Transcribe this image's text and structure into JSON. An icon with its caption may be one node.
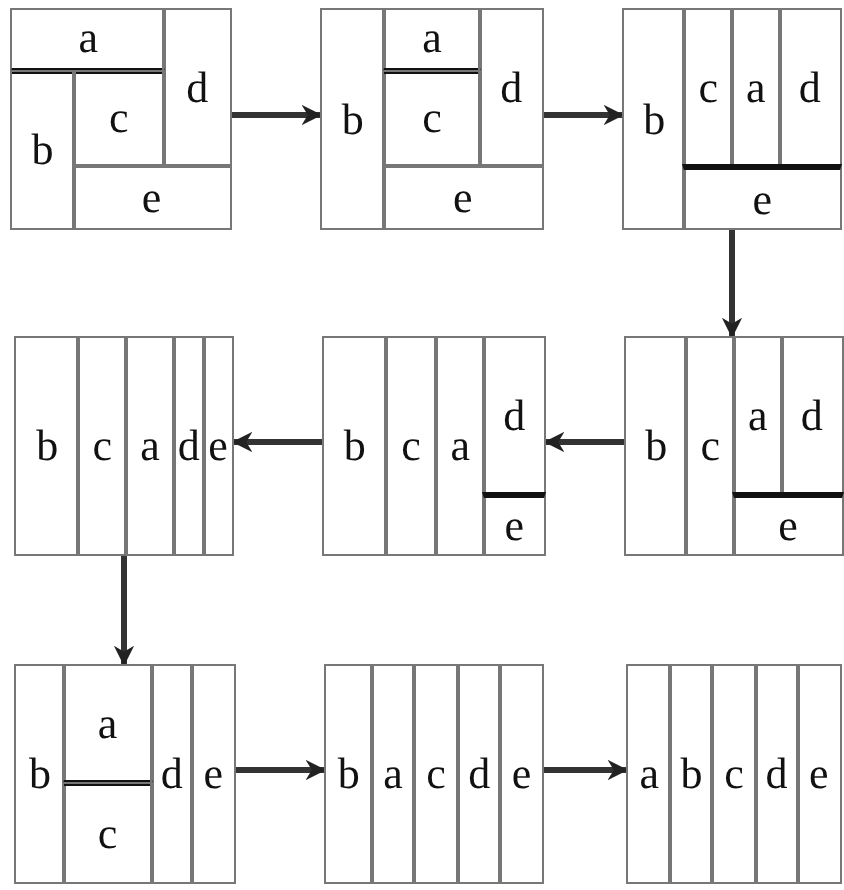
{
  "diagram": {
    "nodes": [
      {
        "text": [],
        "shape": "box"
      },
      {
        "text": [
          "a"
        ],
        "in": 0
      },
      {
        "text": [
          "d"
        ],
        "in": 0
      },
      {
        "text": [
          "b"
        ],
        "in": 0
      },
      {
        "text": [
          "c"
        ],
        "in": 0
      },
      {
        "text": [
          "e"
        ],
        "in": 0
      },
      {
        "text": [],
        "shape": "box"
      },
      {
        "text": [
          "b"
        ],
        "in": 6
      },
      {
        "text": [
          "a"
        ],
        "in": 6
      },
      {
        "text": [
          "d"
        ],
        "in": 6
      },
      {
        "text": [
          "c"
        ],
        "in": 6
      },
      {
        "text": [
          "e"
        ],
        "in": 6
      },
      {
        "text": [],
        "shape": "box"
      },
      {
        "text": [
          "b"
        ],
        "in": 12
      },
      {
        "text": [
          "c"
        ],
        "in": 12
      },
      {
        "text": [
          "a"
        ],
        "in": 12
      },
      {
        "text": [
          "d"
        ],
        "in": 12
      },
      {
        "text": [
          "e"
        ],
        "in": 12
      },
      {
        "text": [],
        "shape": "box"
      },
      {
        "text": [
          "b"
        ],
        "in": 18
      },
      {
        "text": [
          "c"
        ],
        "in": 18
      },
      {
        "text": [
          "a"
        ],
        "in": 18
      },
      {
        "text": [
          "d"
        ],
        "in": 18
      },
      {
        "text": [
          "e"
        ],
        "in": 18
      },
      {
        "text": [],
        "shape": "box"
      },
      {
        "text": [
          "b"
        ],
        "in": 24
      },
      {
        "text": [
          "c"
        ],
        "in": 24
      },
      {
        "text": [
          "a"
        ],
        "in": 24
      },
      {
        "text": [
          "d"
        ],
        "in": 24
      },
      {
        "text": [
          "e"
        ],
        "in": 24
      },
      {
        "text": [],
        "shape": "box"
      },
      {
        "text": [
          "b"
        ],
        "in": 30
      },
      {
        "text": [
          "c"
        ],
        "in": 30
      },
      {
        "text": [
          "a"
        ],
        "in": 30
      },
      {
        "text": [
          "d"
        ],
        "in": 30
      },
      {
        "text": [
          "e"
        ],
        "in": 30
      },
      {
        "text": [],
        "shape": "box"
      },
      {
        "text": [
          "b"
        ],
        "in": 36
      },
      {
        "text": [
          "a"
        ],
        "in": 36
      },
      {
        "text": [
          "d"
        ],
        "in": 36
      },
      {
        "text": [
          "e"
        ],
        "in": 36
      },
      {
        "text": [
          "c"
        ],
        "in": 36
      },
      {
        "text": [],
        "shape": "box"
      },
      {
        "text": [
          "b"
        ],
        "in": 42
      },
      {
        "text": [
          "a"
        ],
        "in": 42
      },
      {
        "text": [
          "c"
        ],
        "in": 42
      },
      {
        "text": [
          "d"
        ],
        "in": 42
      },
      {
        "text": [
          "e"
        ],
        "in": 42
      },
      {
        "text": [],
        "shape": "box"
      },
      {
        "text": [
          "a"
        ],
        "in": 48
      },
      {
        "text": [
          "b"
        ],
        "in": 48
      },
      {
        "text": [
          "c"
        ],
        "in": 48
      },
      {
        "text": [
          "d"
        ],
        "in": 48
      },
      {
        "text": [
          "e"
        ],
        "in": 48
      }
    ],
    "edges": [
      {
        "from": 0,
        "to": 6,
        "arrow": "to"
      },
      {
        "from": 6,
        "to": 12,
        "arrow": "to"
      },
      {
        "from": 12,
        "to": 30,
        "arrow": "to"
      },
      {
        "from": 30,
        "to": 24,
        "arrow": "to"
      },
      {
        "from": 24,
        "to": 18,
        "arrow": "to"
      },
      {
        "from": 18,
        "to": 36,
        "arrow": "to"
      },
      {
        "from": 36,
        "to": 42,
        "arrow": "to"
      },
      {
        "from": 42,
        "to": 48,
        "arrow": "to"
      }
    ]
  }
}
